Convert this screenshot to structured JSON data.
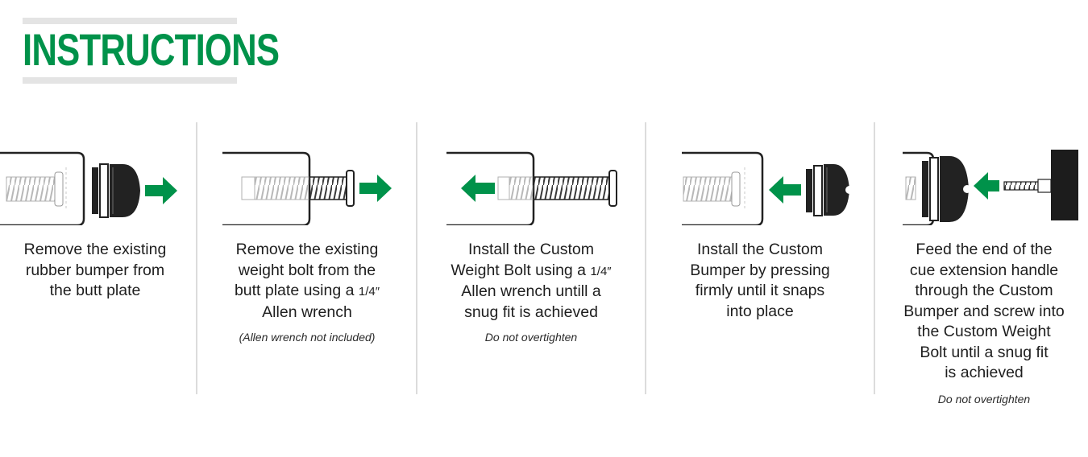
{
  "header": {
    "title": "INSTRUCTIONS"
  },
  "colors": {
    "accent": "#00924a",
    "ink": "#1e1e1e",
    "divider": "#dcdcdc"
  },
  "steps": [
    {
      "lines": [
        "Remove the existing",
        "rubber bumper from",
        "the butt plate"
      ],
      "note": "",
      "icons": [
        "cue-butt-icon",
        "rubber-bumper-icon",
        "arrow-right-icon"
      ]
    },
    {
      "lines": [
        "Remove the existing",
        "weight bolt from the",
        "butt plate using a",
        "Allen wrench"
      ],
      "fraction": "1/4″",
      "note": "(Allen wrench not included)",
      "icons": [
        "cue-butt-icon",
        "weight-bolt-icon",
        "arrow-right-icon"
      ]
    },
    {
      "lines": [
        "Install the Custom",
        "Weight Bolt using a",
        "Allen wrench untill a",
        "snug fit is achieved"
      ],
      "fraction": "1/4″",
      "note": "Do not overtighten",
      "icons": [
        "arrow-left-icon",
        "cue-butt-icon",
        "custom-weight-bolt-icon"
      ]
    },
    {
      "lines": [
        "Install the Custom",
        "Bumper by pressing",
        "firmly until it snaps",
        "into place"
      ],
      "note": "",
      "icons": [
        "cue-butt-icon",
        "arrow-left-icon",
        "custom-bumper-icon"
      ]
    },
    {
      "lines": [
        "Feed the end of the",
        "cue extension handle",
        "through the Custom",
        "Bumper and screw into",
        "the Custom Weight",
        "Bolt until a snug fit",
        "is achieved"
      ],
      "note": "Do not overtighten",
      "icons": [
        "cue-butt-with-bumper-icon",
        "arrow-left-icon",
        "extension-handle-icon"
      ]
    }
  ]
}
